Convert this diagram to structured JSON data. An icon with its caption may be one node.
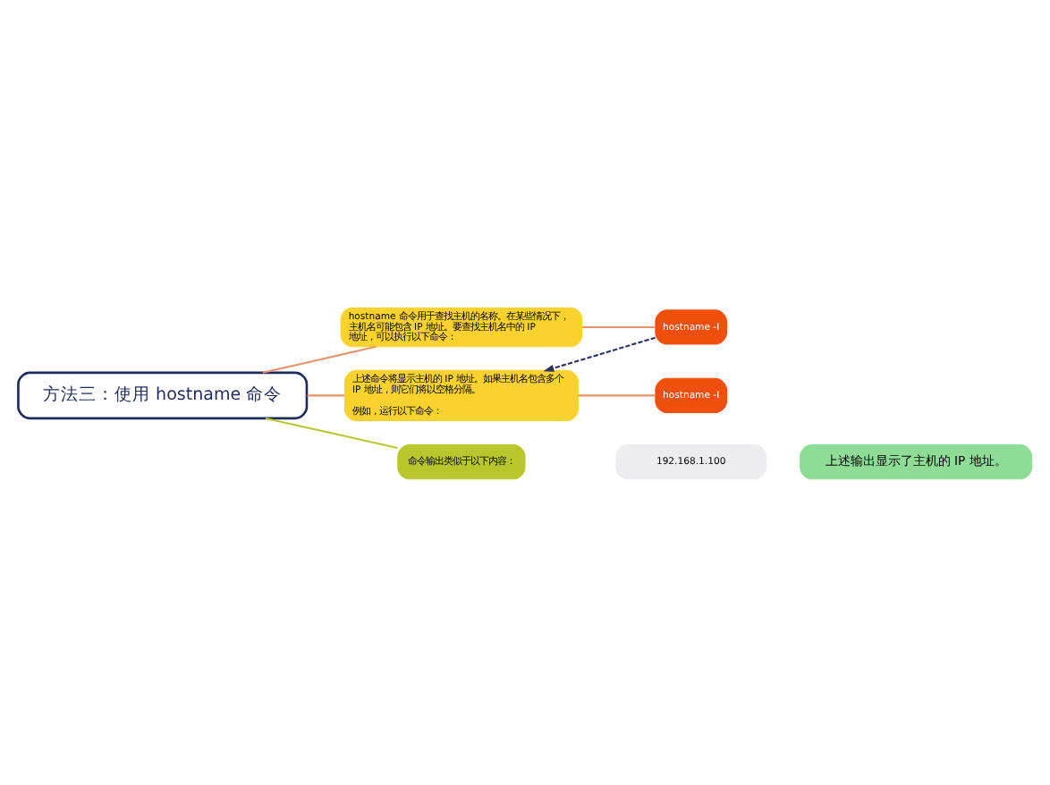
{
  "diagram": {
    "nodes": [
      {
        "text": [
          "方法三：使用 hostname 命令"
        ]
      },
      {
        "text": [
          "hostname 命令用于查找主机的名称。在某些情况下，主机名可能包含 IP 地址。要查找主机名中的 IP 地址，可以执行以下命令："
        ]
      },
      {
        "text": [
          "hostname -I"
        ]
      },
      {
        "text": [
          "上述命令将显示主机的 IP 地址。如果主机名包含多个 IP 地址，则它们将以空格分隔。",
          "例如，运行以下命令："
        ]
      },
      {
        "text": [
          "hostname -I"
        ]
      },
      {
        "text": [
          "命令输出类似于以下内容："
        ]
      },
      {
        "text": [
          "192.168.1.100"
        ]
      },
      {
        "text": [
          "上述输出显示了主机的 IP 地址。"
        ]
      }
    ],
    "edges": [
      {
        "from": 0,
        "to": 1,
        "arrow": "none"
      },
      {
        "from": 0,
        "to": 3,
        "arrow": "none"
      },
      {
        "from": 0,
        "to": 5,
        "arrow": "none",
        "color": "#b8c82c"
      },
      {
        "from": 1,
        "to": 2,
        "arrow": "none"
      },
      {
        "from": 2,
        "to": 3,
        "arrow": "to",
        "style": "dashed",
        "color": "#2a3160"
      },
      {
        "from": 3,
        "to": 4,
        "arrow": "none"
      }
    ]
  }
}
